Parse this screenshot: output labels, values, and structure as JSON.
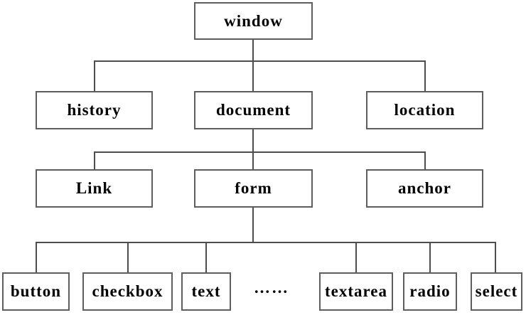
{
  "diagram": {
    "background": "#ffffff",
    "box_border_color": "#5e5e5e",
    "line_color": "#4d4d4d",
    "text_color": "#000000",
    "nodes": {
      "window": {
        "label": "window"
      },
      "history": {
        "label": "history"
      },
      "document": {
        "label": "document"
      },
      "location": {
        "label": "location"
      },
      "link": {
        "label": "Link"
      },
      "form": {
        "label": "form"
      },
      "anchor": {
        "label": "anchor"
      },
      "button": {
        "label": "button"
      },
      "checkbox": {
        "label": "checkbox"
      },
      "text": {
        "label": "text"
      },
      "ellipsis": {
        "label": "……"
      },
      "textarea": {
        "label": "textarea"
      },
      "radio": {
        "label": "radio"
      },
      "select": {
        "label": "select"
      }
    },
    "hierarchy": [
      {
        "parent": "window",
        "children": [
          "history",
          "document",
          "location"
        ]
      },
      {
        "parent": "document",
        "children": [
          "Link",
          "form",
          "anchor"
        ]
      },
      {
        "parent": "form",
        "children": [
          "button",
          "checkbox",
          "text",
          "……",
          "textarea",
          "radio",
          "select"
        ]
      }
    ]
  }
}
